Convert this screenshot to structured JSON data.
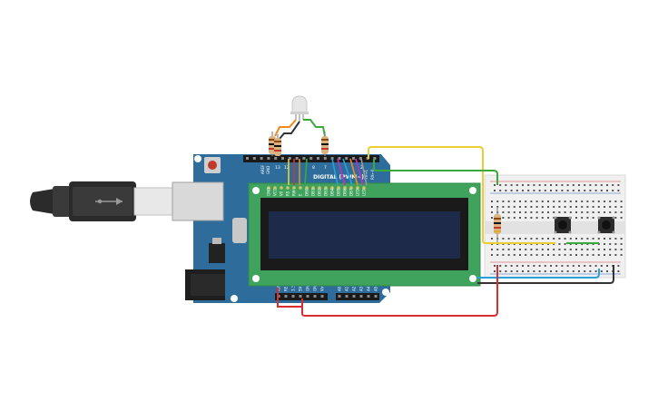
{
  "board": {
    "aref_label": "AREF",
    "gnd_label": "GND",
    "digital_label": "DIGITAL (PWM~)",
    "tx_label": "TX→1",
    "rx_label": "RX←0",
    "pin_13": "13",
    "pin_12": "12",
    "pin_8": "8",
    "pin_7": "7",
    "pin_2": "2",
    "power_labels": [
      "IOREF",
      "RESET",
      "3.3V",
      "5V",
      "GND",
      "GND",
      "Vin"
    ],
    "analog_labels": [
      "A0",
      "A1",
      "A2",
      "A3",
      "A4",
      "A5"
    ]
  },
  "lcd": {
    "pin_labels": [
      "GND",
      "VCC",
      "V0",
      "RS",
      "RW",
      "E",
      "DB0",
      "DB1",
      "DB2",
      "DB3",
      "DB4",
      "DB5",
      "DB6",
      "DB7",
      "LED",
      "LED"
    ]
  },
  "colors": {
    "board": "#2e6d9b",
    "lcd_pcb": "#3fa35e",
    "lcd_screen": "#1d2a4a",
    "breadboard": "#f0f0f0",
    "wire_red": "#d83030",
    "wire_black": "#333333",
    "wire_yellow": "#e9d030",
    "wire_green": "#3aaa3a",
    "wire_blue": "#2aa0d8",
    "wire_orange": "#ef8a1e"
  },
  "icons": [
    "usb-cable-icon",
    "rgb-led-icon",
    "resistor-icon",
    "pushbutton-icon",
    "power-jack-icon"
  ]
}
